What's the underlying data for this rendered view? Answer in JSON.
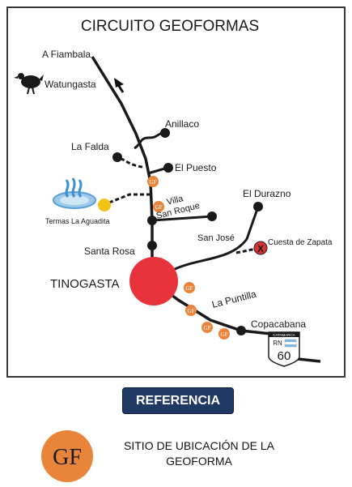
{
  "map": {
    "title": "CIRCUITO GEOFORMAS",
    "places": {
      "a_fiambala": "A Fiambala",
      "watungasta": "Watungasta",
      "anillaco": "Anillaco",
      "la_falda": "La Falda",
      "el_puesto": "El Puesto",
      "villa_san_roque_1": "Villa",
      "villa_san_roque_2": "San Roque",
      "termas": "Termas La Aguadita",
      "el_durazno": "El Durazno",
      "san_jose": "San José",
      "cuesta_de_zapata": "Cuesta de Zapata",
      "santa_rosa": "Santa Rosa",
      "tinogasta": "TINOGASTA",
      "la_puntilla": "La Puntilla",
      "copacabana": "Copacabana"
    },
    "route_sign": {
      "province": "CATAMARCA",
      "rn_label": "RN",
      "number": "60"
    },
    "gf_marker_text": "GF",
    "closed_marker_symbol": "X",
    "colors": {
      "road": "#1a1a1a",
      "tinogasta_circle": "#e8323c",
      "gf_marker": "#e9853a",
      "termas_dot": "#f2c418",
      "zapata_marker": "#d93232",
      "hot_spring": "#5aa0d8"
    }
  },
  "reference": {
    "button_label": "REFERENCIA",
    "badge_text": "GF",
    "description_line1": "SITIO DE UBICACIÓN DE LA",
    "description_line2": "GEOFORMA"
  }
}
